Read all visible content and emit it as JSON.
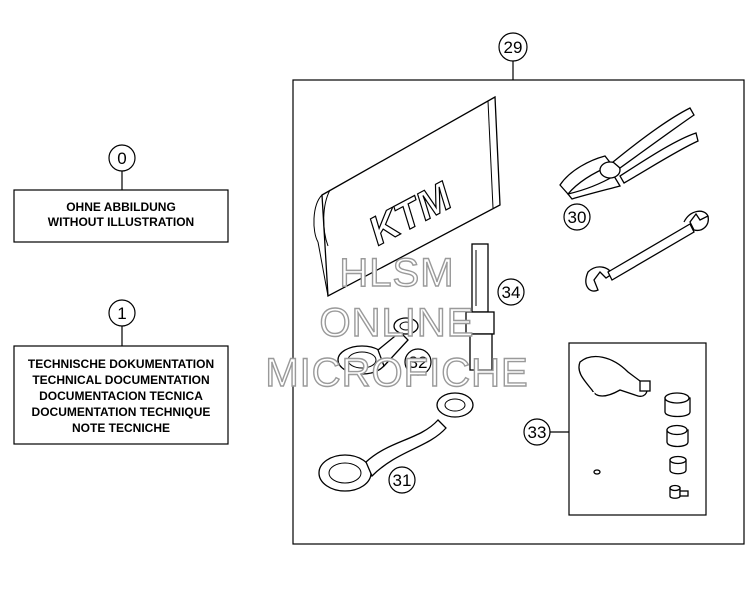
{
  "callouts": {
    "c0": "0",
    "c1": "1",
    "c29": "29",
    "c30": "30",
    "c31": "31",
    "c32": "32",
    "c33": "33",
    "c34": "34"
  },
  "box0": {
    "line1": "OHNE ABBILDUNG",
    "line2": "WITHOUT ILLUSTRATION"
  },
  "box1": {
    "line1": "TECHNISCHE DOKUMENTATION",
    "line2": "TECHNICAL DOCUMENTATION",
    "line3": "DOCUMENTACION TECNICA",
    "line4": "DOCUMENTATION TECHNIQUE",
    "line5": "NOTE TECNICHE"
  },
  "tool_bag_logo": "KTM",
  "watermark": {
    "line1": "HLSM",
    "line2": "ONLINE",
    "line3": "MICROFICHE"
  },
  "icons": [
    "tool-bag-icon",
    "pliers-icon",
    "open-end-wrench-icon",
    "spark-plug-socket-icon",
    "ring-wrench-icon",
    "offset-wrench-icon",
    "t-handle-hex-icon",
    "socket-icon",
    "bit-icon"
  ]
}
